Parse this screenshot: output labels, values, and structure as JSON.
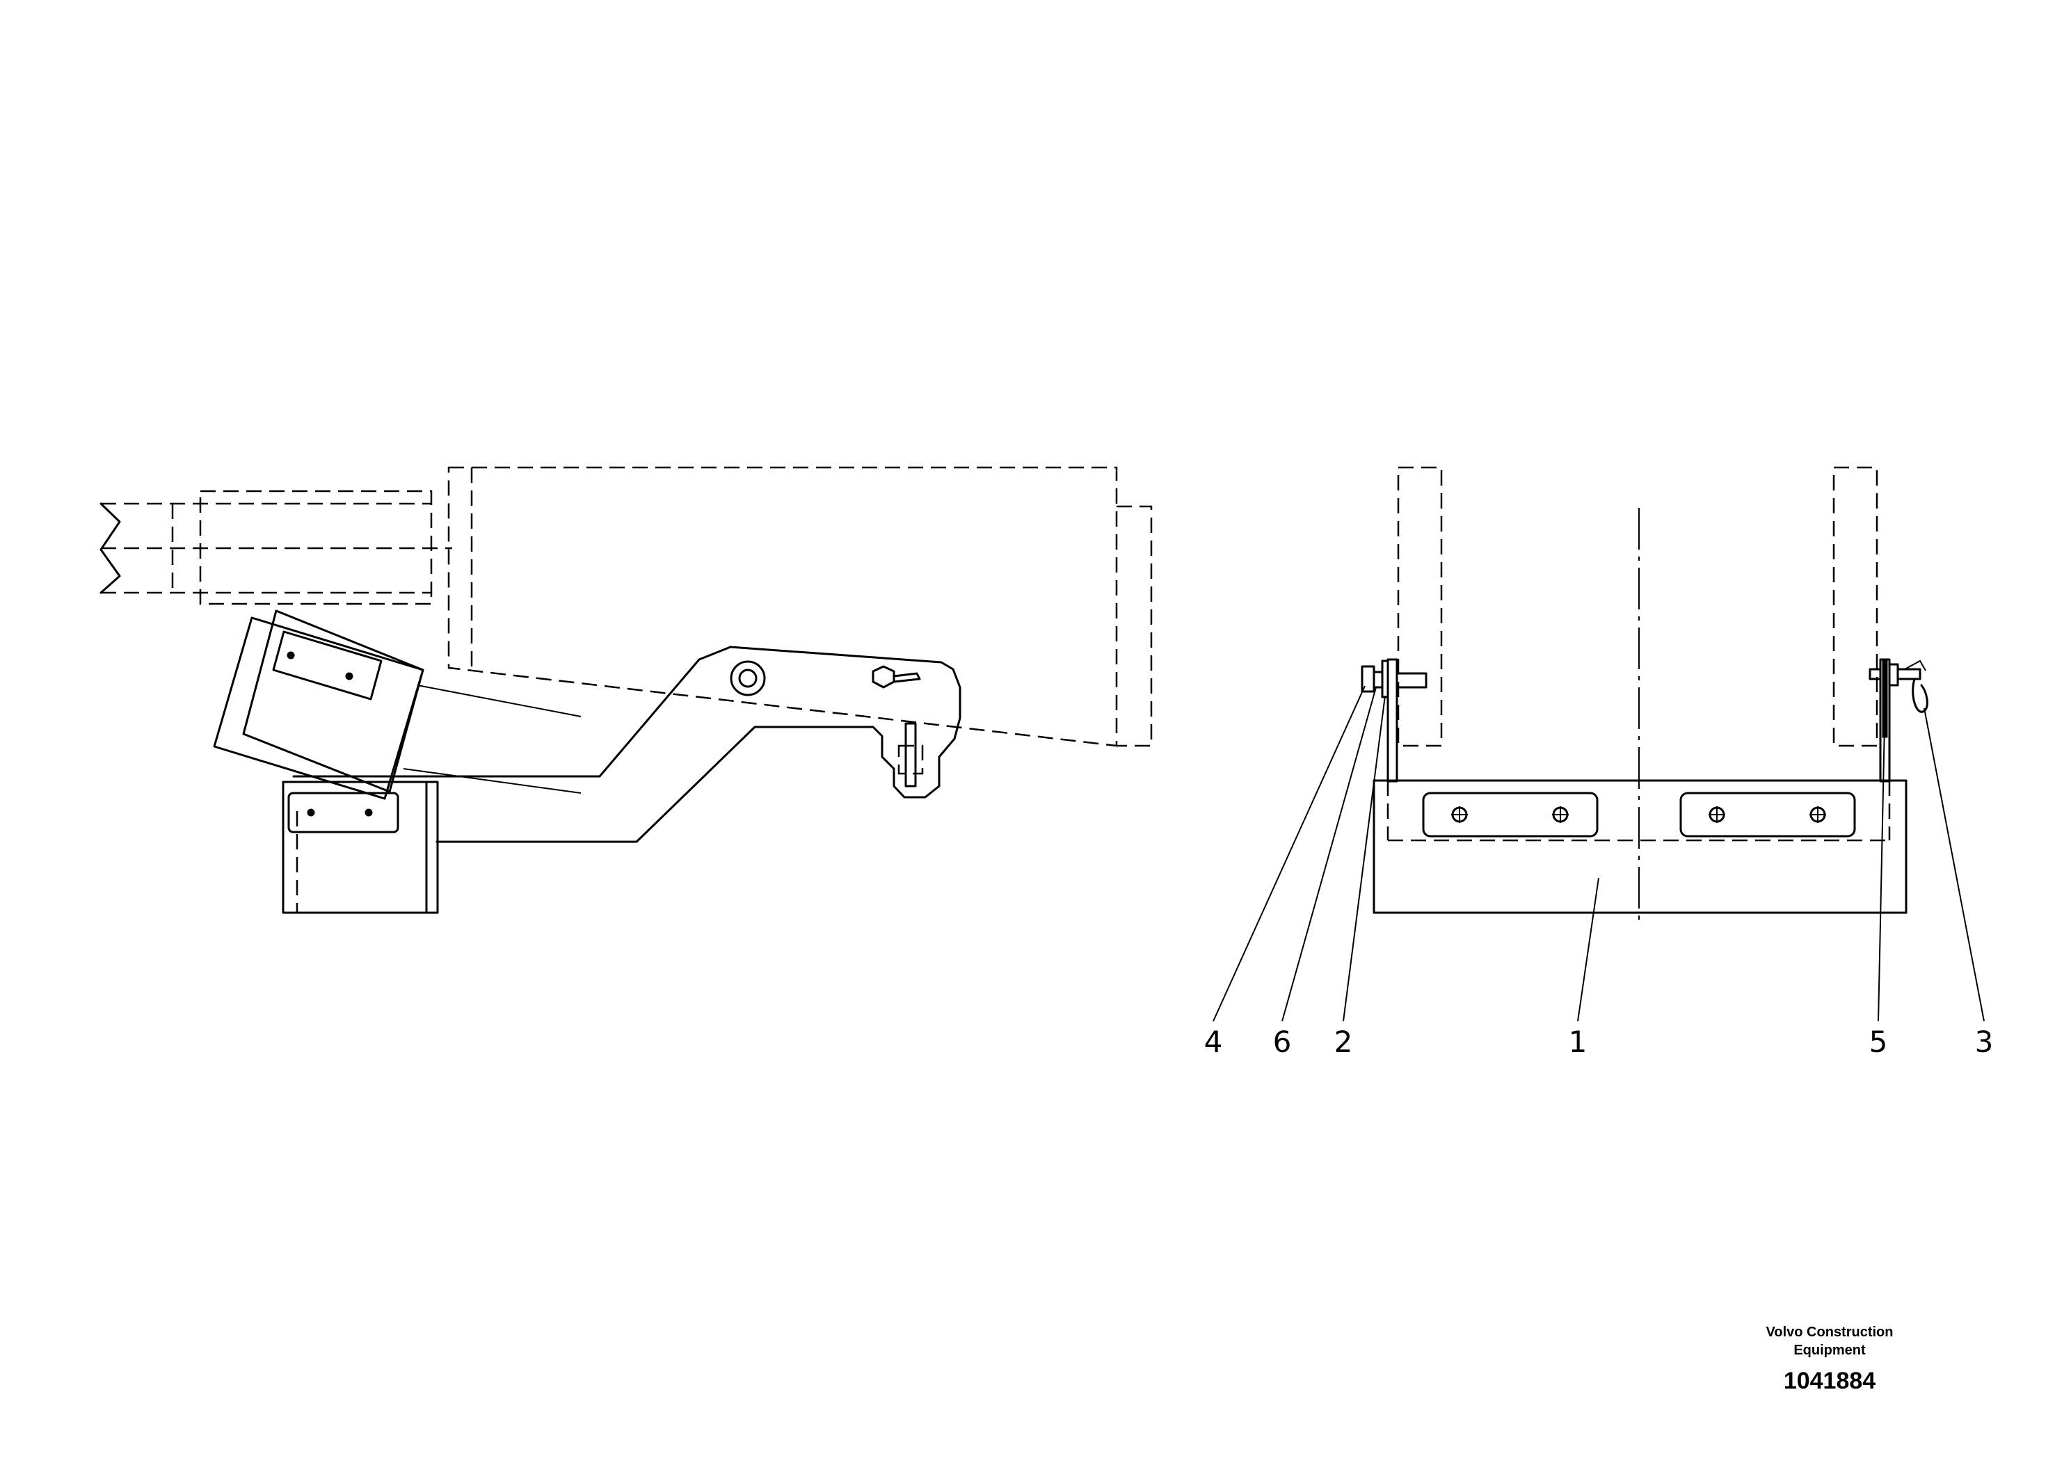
{
  "title_block": {
    "company_line1": "Volvo Construction",
    "company_line2": "Equipment",
    "drawing_number": "1041884"
  },
  "callouts": [
    {
      "id": "4",
      "label": "4"
    },
    {
      "id": "6",
      "label": "6"
    },
    {
      "id": "2",
      "label": "2"
    },
    {
      "id": "1",
      "label": "1"
    },
    {
      "id": "5",
      "label": "5"
    },
    {
      "id": "3",
      "label": "3"
    }
  ]
}
